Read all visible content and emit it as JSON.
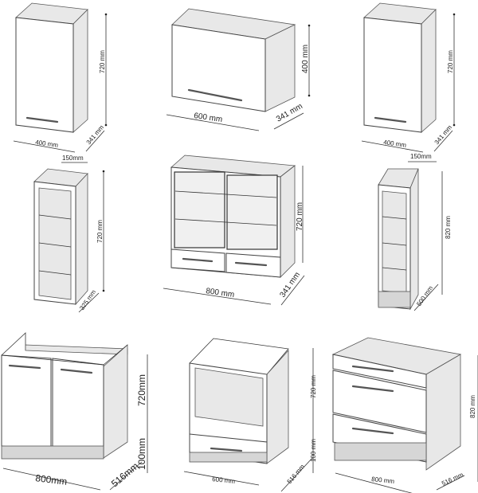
{
  "cabinets": [
    {
      "name": "wall-cabinet-400",
      "height": "720 mm",
      "width": "400 mm",
      "depth": "341 mm"
    },
    {
      "name": "wall-cabinet-600-flap",
      "height": "400 mm",
      "width": "600 mm",
      "depth": "341 mm"
    },
    {
      "name": "wall-cabinet-400-right",
      "height": "720 mm",
      "width": "400 mm",
      "depth": "341 mm"
    },
    {
      "name": "open-shelf-150",
      "width": "150mm",
      "height": "720 mm",
      "depth": "325 mm"
    },
    {
      "name": "glass-wall-cabinet-800",
      "height": "720 mm",
      "width": "800 mm",
      "depth": "341 mm"
    },
    {
      "name": "open-shelf-base-150",
      "width": "150mm",
      "height": "820 mm",
      "depth": "500 mm"
    },
    {
      "name": "sink-base-800",
      "height": "720mm",
      "plinth": "100mm",
      "width": "800mm",
      "depth": "516mm"
    },
    {
      "name": "oven-base-600",
      "height": "720 mm",
      "plinth": "100 mm",
      "width": "600 mm",
      "depth": "516 mm"
    },
    {
      "name": "drawer-base-800",
      "height": "820 mm",
      "width": "800 mm",
      "depth": "516 mm"
    }
  ]
}
